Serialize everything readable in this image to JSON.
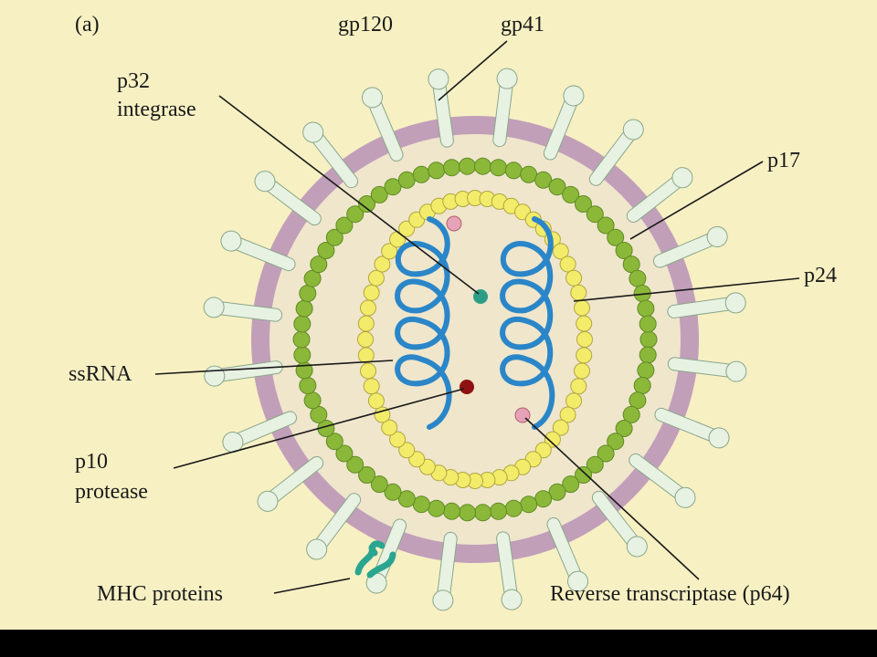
{
  "figure": {
    "panel_label": "(a)",
    "labels": {
      "gp120": "gp120",
      "gp41": "gp41",
      "p32_line1": "p32",
      "p32_line2": "integrase",
      "p17": "p17",
      "p24": "p24",
      "ssrna": "ssRNA",
      "p10_line1": "p10",
      "p10_line2": "protease",
      "mhc": "MHC proteins",
      "rt": "Reverse transcriptase (p64)"
    },
    "colors": {
      "background": "#f7f0c3",
      "envelope": "#c19fb9",
      "envelope_inner": "#efe6cc",
      "spike_stem": "#e7f2e2",
      "spike_cap": "#c8292b",
      "p17_matrix": "#8cb83a",
      "p24_capsid": "#f3ec6a",
      "rna": "#2a86c8",
      "integrase": "#2d9e86",
      "protease": "#8e1212",
      "reverse_transcriptase": "#e6a3b7",
      "mhc": "#2aa590"
    },
    "icons": {
      "spike": "gp120-gp41-spike-icon",
      "mhc": "mhc-protein-icon"
    }
  }
}
